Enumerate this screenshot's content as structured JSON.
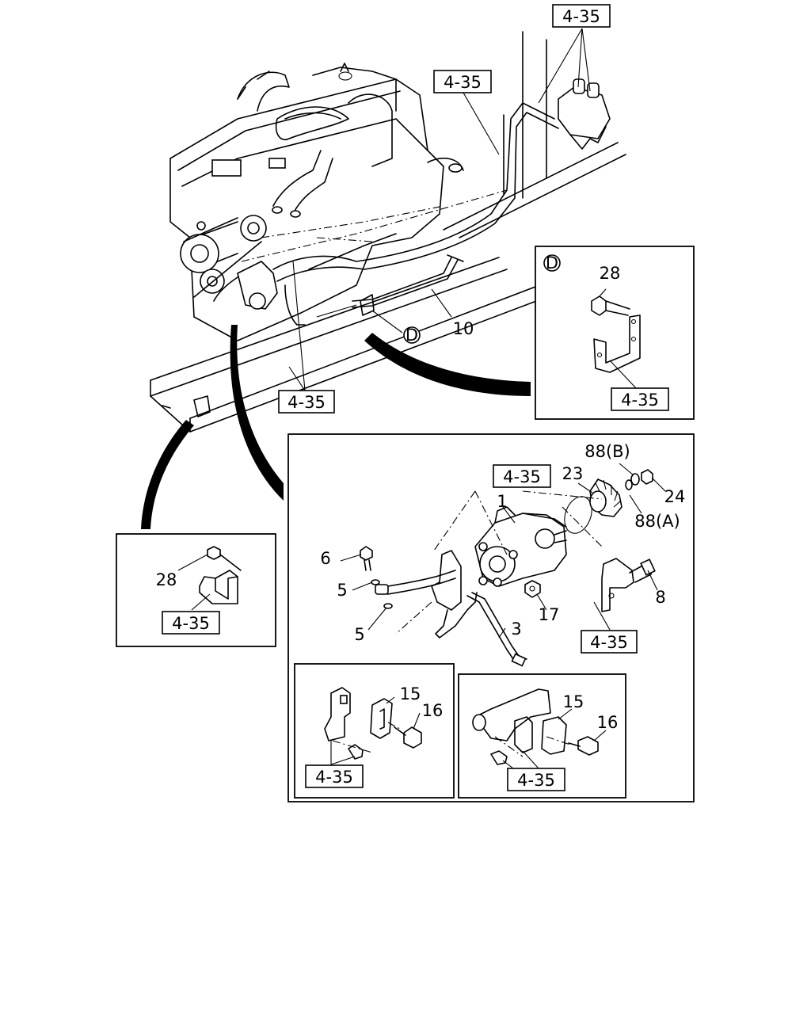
{
  "references": {
    "ref_label": "4-35"
  },
  "callouts": {
    "c1": "1",
    "c3": "3",
    "c5a": "5",
    "c5b": "5",
    "c6": "6",
    "c8": "8",
    "c10": "10",
    "c15a": "15",
    "c15b": "15",
    "c16a": "16",
    "c16b": "16",
    "c17": "17",
    "c23": "23",
    "c24": "24",
    "c28a": "28",
    "c28b": "28",
    "c88a": "88(A)",
    "c88b": "88(B)"
  },
  "view_marker": {
    "letter": "D"
  }
}
